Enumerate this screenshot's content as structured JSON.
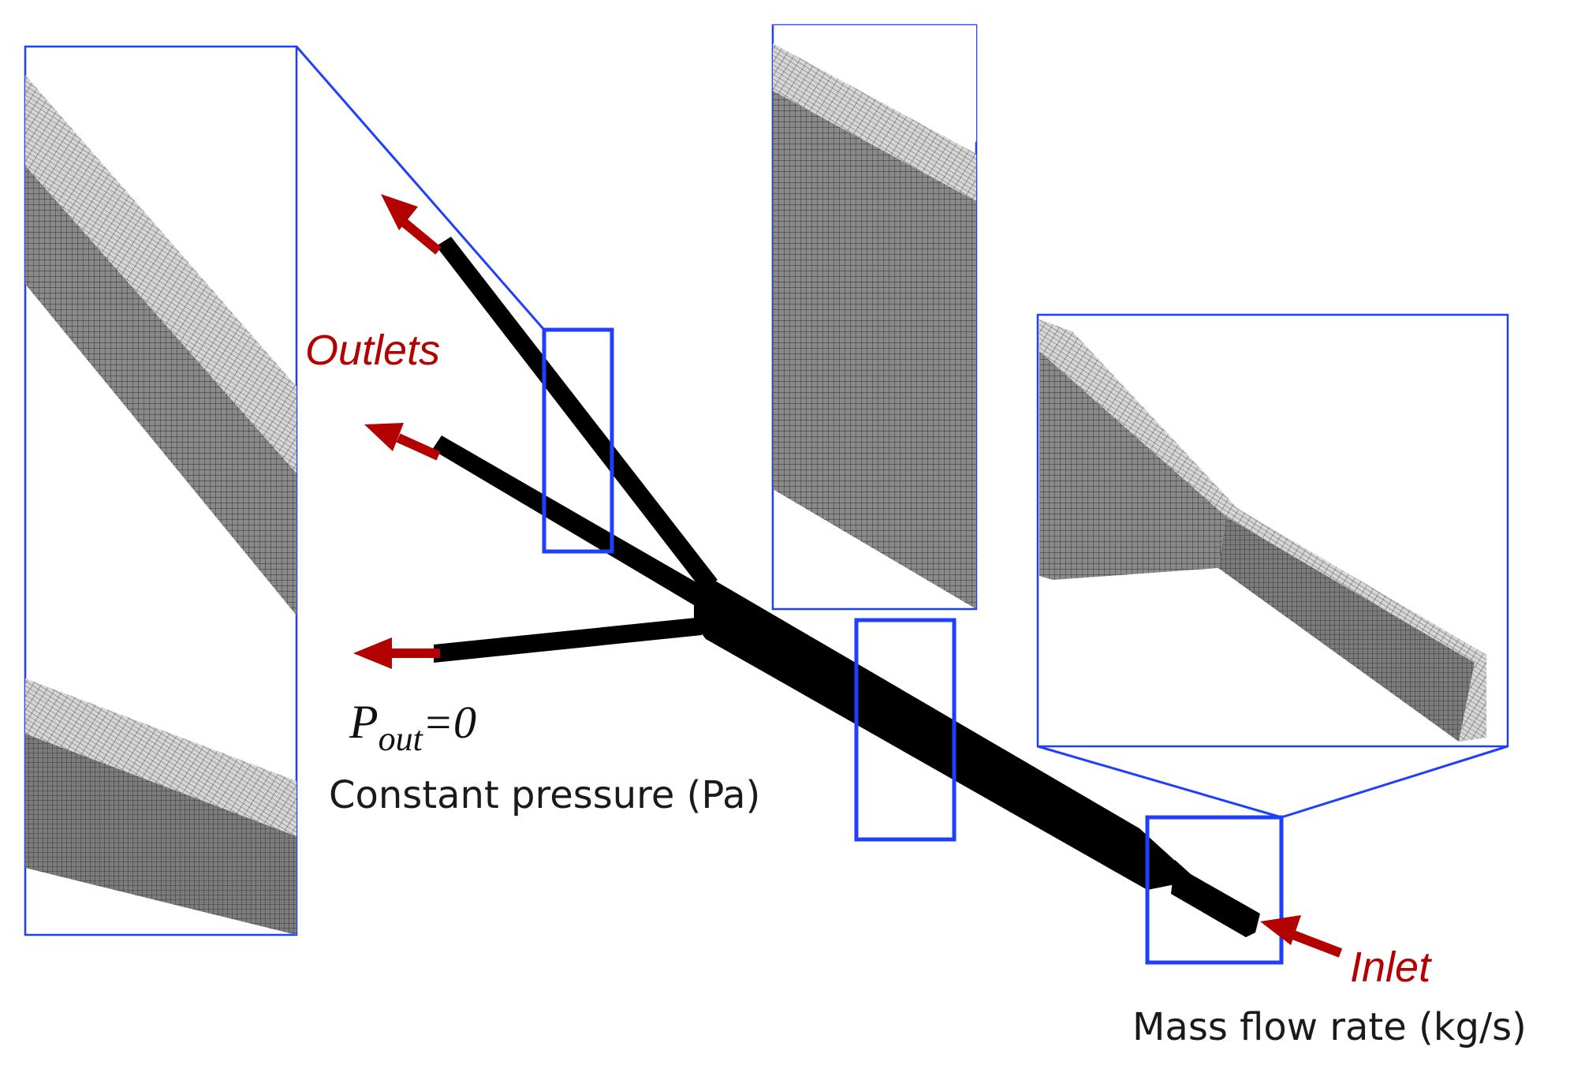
{
  "labels": {
    "outlets": "Outlets",
    "inlet": "Inlet",
    "outlet_condition": {
      "symbol": "P",
      "subscript": "out",
      "value": "=0"
    },
    "outlet_condition_text": "Constant pressure (Pa)",
    "inlet_condition_text": "Mass flow rate (kg/s)"
  },
  "colors": {
    "zoom_frame": "#1f3fff",
    "flow_arrow": "#b30000",
    "channel": "#000000",
    "mesh_face": "#7a7a7a",
    "mesh_lines": "#2a2a2a"
  },
  "icons": {
    "outlet_arrow": "arrow-left-red",
    "inlet_arrow": "arrow-left-red"
  }
}
